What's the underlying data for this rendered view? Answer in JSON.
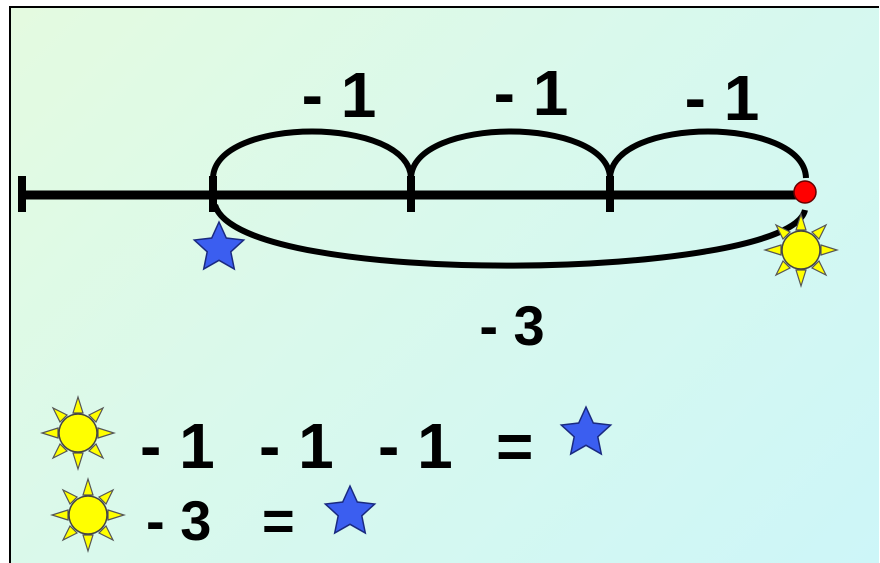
{
  "colors": {
    "line": "#000000",
    "star": "#3b5ef0",
    "sun": "#ffff00",
    "point": "#ff0000"
  },
  "icons": [
    "sun-icon",
    "star-icon",
    "red-point"
  ],
  "jump_labels": [
    "- 1",
    "- 1",
    "- 1"
  ],
  "big_jump_label": "- 3",
  "equation1": {
    "terms": [
      "- 1",
      "- 1",
      "- 1",
      "="
    ]
  },
  "equation2": {
    "terms": [
      "- 3",
      "="
    ]
  }
}
